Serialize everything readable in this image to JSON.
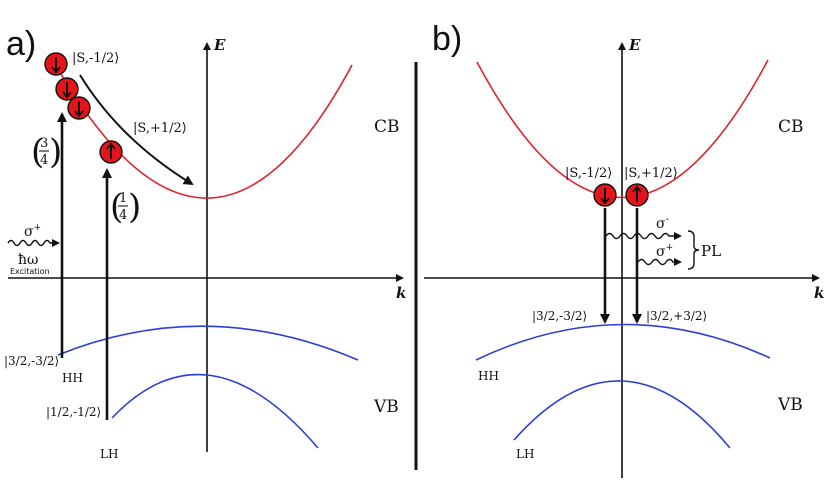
{
  "colors": {
    "conduction_band": "#e0212b",
    "valence_band": "#2b3fd6",
    "electron_fill": "#e3151b",
    "ink": "#111111"
  },
  "panel_a": {
    "label": "a)",
    "energy_axis": "E",
    "k_axis": "k",
    "cb_label": "CB",
    "vb_label": "VB",
    "hh_label": "HH",
    "lh_label": "LH",
    "state_s_minus": "|S,-1/2⟩",
    "state_s_plus": "|S,+1/2⟩",
    "state_hh": "|3/2,-3/2⟩",
    "state_lh": "|1/2,-1/2⟩",
    "fraction_hh": {
      "num": "3",
      "den": "4"
    },
    "fraction_lh": {
      "num": "1",
      "den": "4"
    },
    "sigma": "σ",
    "sigma_sign": "+",
    "photon": "ħω",
    "excitation": "Excitation"
  },
  "panel_b": {
    "label": "b)",
    "energy_axis": "E",
    "k_axis": "k",
    "cb_label": "CB",
    "vb_label": "VB",
    "hh_label": "HH",
    "lh_label": "LH",
    "state_s_minus": "|S,-1/2⟩",
    "state_s_plus": "|S,+1/2⟩",
    "state_hh_minus": "|3/2,-3/2⟩",
    "state_hh_plus": "|3/2,+3/2⟩",
    "sigma": "σ",
    "sigma_minus_sign": "-",
    "sigma_plus_sign": "+",
    "pl_label": "PL"
  }
}
